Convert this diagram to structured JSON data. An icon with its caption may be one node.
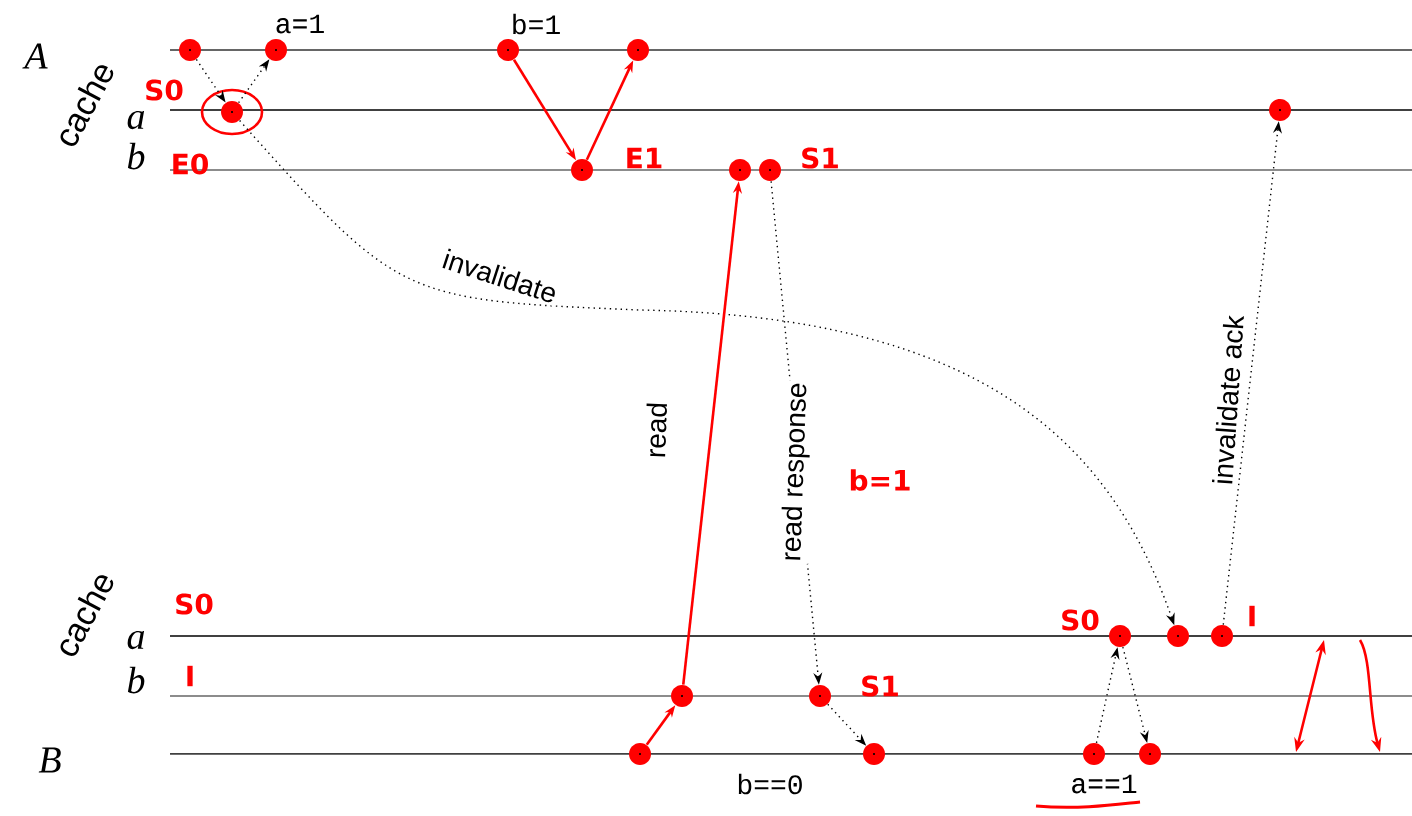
{
  "diagram": {
    "nodes": [
      {
        "text": [],
        "shape": "circle"
      },
      {
        "text": [],
        "shape": "circle"
      },
      {
        "text": [],
        "shape": "circle"
      },
      {
        "text": [],
        "shape": "circle"
      },
      {
        "text": [],
        "shape": "circle"
      },
      {
        "text": [],
        "shape": "circle"
      },
      {
        "text": [],
        "shape": "circle"
      },
      {
        "text": [],
        "shape": "circle"
      },
      {
        "text": [],
        "shape": "circle"
      },
      {
        "text": [],
        "shape": "circle"
      },
      {
        "text": [],
        "shape": "circle"
      },
      {
        "text": [],
        "shape": "circle"
      },
      {
        "text": [],
        "shape": "circle"
      },
      {
        "text": [],
        "shape": "circle"
      },
      {
        "text": [],
        "shape": "circle"
      },
      {
        "text": [],
        "shape": "circle"
      },
      {
        "text": [],
        "shape": "circle"
      },
      {
        "text": [],
        "shape": "circle"
      }
    ],
    "edges": [
      {
        "from": 0,
        "to": 2,
        "arrow": "to",
        "style": "dashed"
      },
      {
        "from": 2,
        "to": 1,
        "arrow": "to",
        "style": "dashed"
      },
      {
        "from": 3,
        "to": 5,
        "arrow": "to",
        "color": "#ff0000"
      },
      {
        "from": 5,
        "to": 4,
        "arrow": "to",
        "color": "#ff0000"
      },
      {
        "from": 2,
        "to": 16,
        "arrow": "to",
        "label": "invalidate",
        "style": "dashed"
      },
      {
        "from": 9,
        "to": 10,
        "arrow": "to",
        "color": "#ff0000"
      },
      {
        "from": 10,
        "to": 6,
        "arrow": "to",
        "label": "read",
        "color": "#ff0000"
      },
      {
        "from": 7,
        "to": 11,
        "arrow": "to",
        "label": "read response",
        "style": "dashed"
      },
      {
        "from": 11,
        "to": 12,
        "arrow": "to",
        "style": "dashed"
      },
      {
        "from": 13,
        "to": 14,
        "arrow": "to",
        "style": "dashed"
      },
      {
        "from": 14,
        "to": 15,
        "arrow": "to",
        "style": "dashed"
      },
      {
        "from": 17,
        "to": 8,
        "arrow": "to",
        "label": "invalidate ack",
        "style": "dashed"
      }
    ],
    "labels": [
      "a=1",
      "b=1",
      "A",
      "cache",
      "S0",
      "a",
      "E0",
      "b",
      "E1",
      "S1",
      "b=1",
      "cache",
      "S0",
      "a",
      "I",
      "b",
      "B",
      "S1",
      "S0",
      "I",
      "b==0",
      "a==1"
    ]
  }
}
